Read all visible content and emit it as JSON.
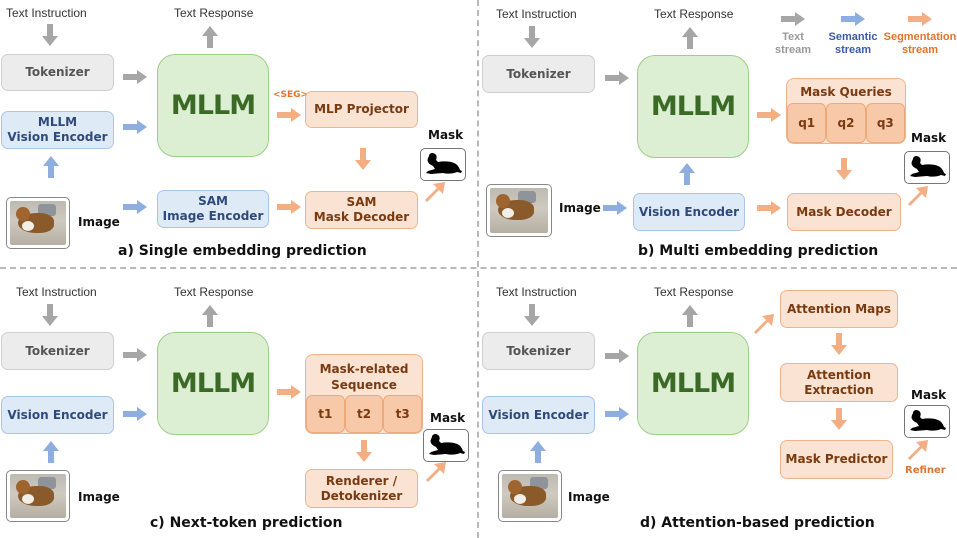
{
  "colors": {
    "text_stream": "#a6a6a6",
    "semantic_stream": "#8eaee0",
    "segmentation_stream": "#f4ae84",
    "semantic_label": "#3a5ca8",
    "segmentation_label": "#e0742e"
  },
  "legend": {
    "text": "Text\nstream",
    "text_l1": "Text",
    "text_l2": "stream",
    "semantic_l1": "Semantic",
    "semantic_l2": "stream",
    "segmentation_l1": "Segmentation",
    "segmentation_l2": "stream"
  },
  "panels": {
    "a": {
      "caption": "a) Single embedding prediction",
      "text_instruction": "Text Instruction",
      "text_response": "Text Response",
      "tokenizer": "Tokenizer",
      "vision_encoder_l1": "MLLM",
      "vision_encoder_l2": "Vision Encoder",
      "mllm": "MLLM",
      "seg_token": "<SEG>",
      "mlp_projector": "MLP Projector",
      "sam_encoder_l1": "SAM",
      "sam_encoder_l2": "Image Encoder",
      "sam_decoder_l1": "SAM",
      "sam_decoder_l2": "Mask Decoder",
      "image_label": "Image",
      "mask_label": "Mask"
    },
    "b": {
      "caption": "b) Multi embedding prediction",
      "text_instruction": "Text Instruction",
      "text_response": "Text Response",
      "tokenizer": "Tokenizer",
      "mllm": "MLLM",
      "mask_queries": "Mask Queries",
      "queries": [
        "q1",
        "q2",
        "q3"
      ],
      "vision_encoder": "Vision Encoder",
      "mask_decoder": "Mask Decoder",
      "image_label": "Image",
      "mask_label": "Mask"
    },
    "c": {
      "caption": "c) Next-token prediction",
      "text_instruction": "Text Instruction",
      "text_response": "Text Response",
      "tokenizer": "Tokenizer",
      "vision_encoder": "Vision Encoder",
      "mllm": "MLLM",
      "sequence_l1": "Mask-related",
      "sequence_l2": "Sequence",
      "tokens": [
        "t1",
        "t2",
        "t3"
      ],
      "renderer_l1": "Renderer /",
      "renderer_l2": "Detokenizer",
      "image_label": "Image",
      "mask_label": "Mask"
    },
    "d": {
      "caption": "d) Attention-based prediction",
      "text_instruction": "Text Instruction",
      "text_response": "Text Response",
      "tokenizer": "Tokenizer",
      "vision_encoder": "Vision Encoder",
      "mllm": "MLLM",
      "attention_maps": "Attention Maps",
      "attention_extraction_l1": "Attention",
      "attention_extraction_l2": "Extraction",
      "mask_predictor": "Mask Predictor",
      "refiner": "Refiner",
      "image_label": "Image",
      "mask_label": "Mask"
    }
  }
}
